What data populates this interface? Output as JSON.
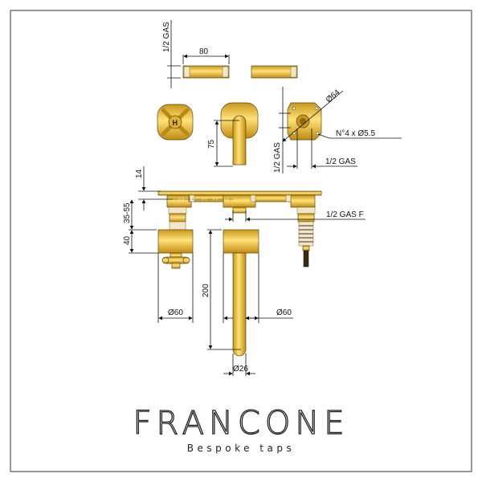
{
  "dimensions": {
    "pipe_gas_top": "1/2 GAS",
    "pipe_length": "80",
    "diverter_diameter": "Ø64",
    "holes": "N°4 x Ø5.5",
    "diverter_gas_vertical": "1/2 GAS",
    "diverter_gas_horizontal": "1/2 GAS",
    "spout_height_top": "75",
    "plate_thickness": "14",
    "wall_depth": "35-55",
    "rosette_depth": "40",
    "spout_length": "200",
    "handle_diameter": "Ø60",
    "spout_rosette_diameter": "Ø60",
    "spout_diameter": "Ø26",
    "outlet_gas": "1/2 GAS F",
    "handle_mark": "H"
  },
  "brand": {
    "name": "FRANCONE",
    "tagline": "Bespoke taps"
  },
  "colors": {
    "gold": "#e6b422",
    "frame": "#333333"
  }
}
